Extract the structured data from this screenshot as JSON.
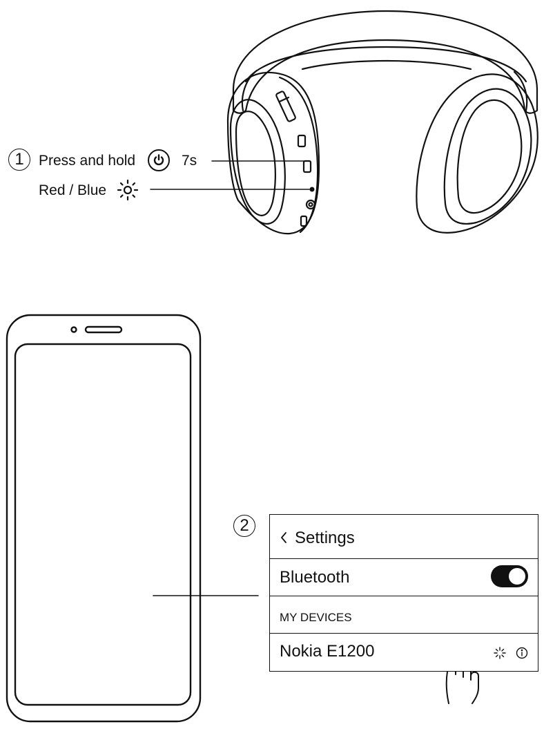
{
  "step1": {
    "number": "1",
    "instruction": "Press and hold",
    "duration": "7s",
    "led_label": "Red / Blue"
  },
  "step2": {
    "number": "2"
  },
  "settings_panel": {
    "back_label": "Settings",
    "bluetooth_label": "Bluetooth",
    "bluetooth_on": true,
    "section_header": "MY DEVICES",
    "device_name": "Nokia E1200"
  },
  "icons": [
    "power-icon",
    "led-light-icon",
    "back-chevron-icon",
    "toggle-switch",
    "loading-spinner-icon",
    "info-icon",
    "tap-hand-icon"
  ],
  "colors": {
    "ink": "#111111",
    "background": "#ffffff"
  }
}
